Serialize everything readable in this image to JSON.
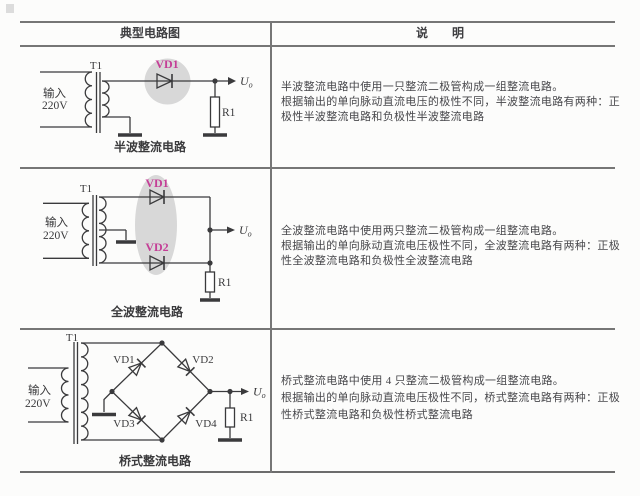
{
  "header": {
    "left": "典型电路图",
    "right": "说　　明"
  },
  "colors": {
    "accent_magenta": "#c43e96",
    "highlight_gray": "#d8d8d8",
    "line": "#3a3a3c",
    "text": "#47474b",
    "border": "#767676"
  },
  "rows": [
    {
      "caption": "半波整流电路",
      "labels": {
        "t1": "T1",
        "input1": "输入",
        "input2": "220V",
        "r1": "R1",
        "u": "U",
        "u_sub": "o",
        "vd1": "VD1"
      },
      "desc": [
        "半波整流电路中使用一只整流二极管构成一组整流电路。",
        "根据输出的单向脉动直流电压的极性不同，半波整流电路有两种：正",
        "极性半波整流电路和负极性半波整流电路"
      ]
    },
    {
      "caption": "全波整流电路",
      "labels": {
        "t1": "T1",
        "input1": "输入",
        "input2": "220V",
        "r1": "R1",
        "u": "U",
        "u_sub": "o",
        "vd1": "VD1",
        "vd2": "VD2"
      },
      "desc": [
        "全波整流电路中使用两只整流二极管构成一组整流电路。",
        "根据输出的单向脉动直流电压极性不同，全波整流电路有两种：正极",
        "性全波整流电路和负极性全波整流电路"
      ]
    },
    {
      "caption": "桥式整流电路",
      "labels": {
        "t1": "T1",
        "input1": "输入",
        "input2": "220V",
        "r1": "R1",
        "u": "U",
        "u_sub": "o",
        "vd1": "VD1",
        "vd2": "VD2",
        "vd3": "VD3",
        "vd4": "VD4"
      },
      "desc": [
        "桥式整流电路中使用 4 只整流二极管构成一组整流电路。",
        "根据输出的单向脉动直流电压极性不同，桥式整流电路有两种：正极",
        "性桥式整流电路和负极性桥式整流电路"
      ]
    }
  ]
}
